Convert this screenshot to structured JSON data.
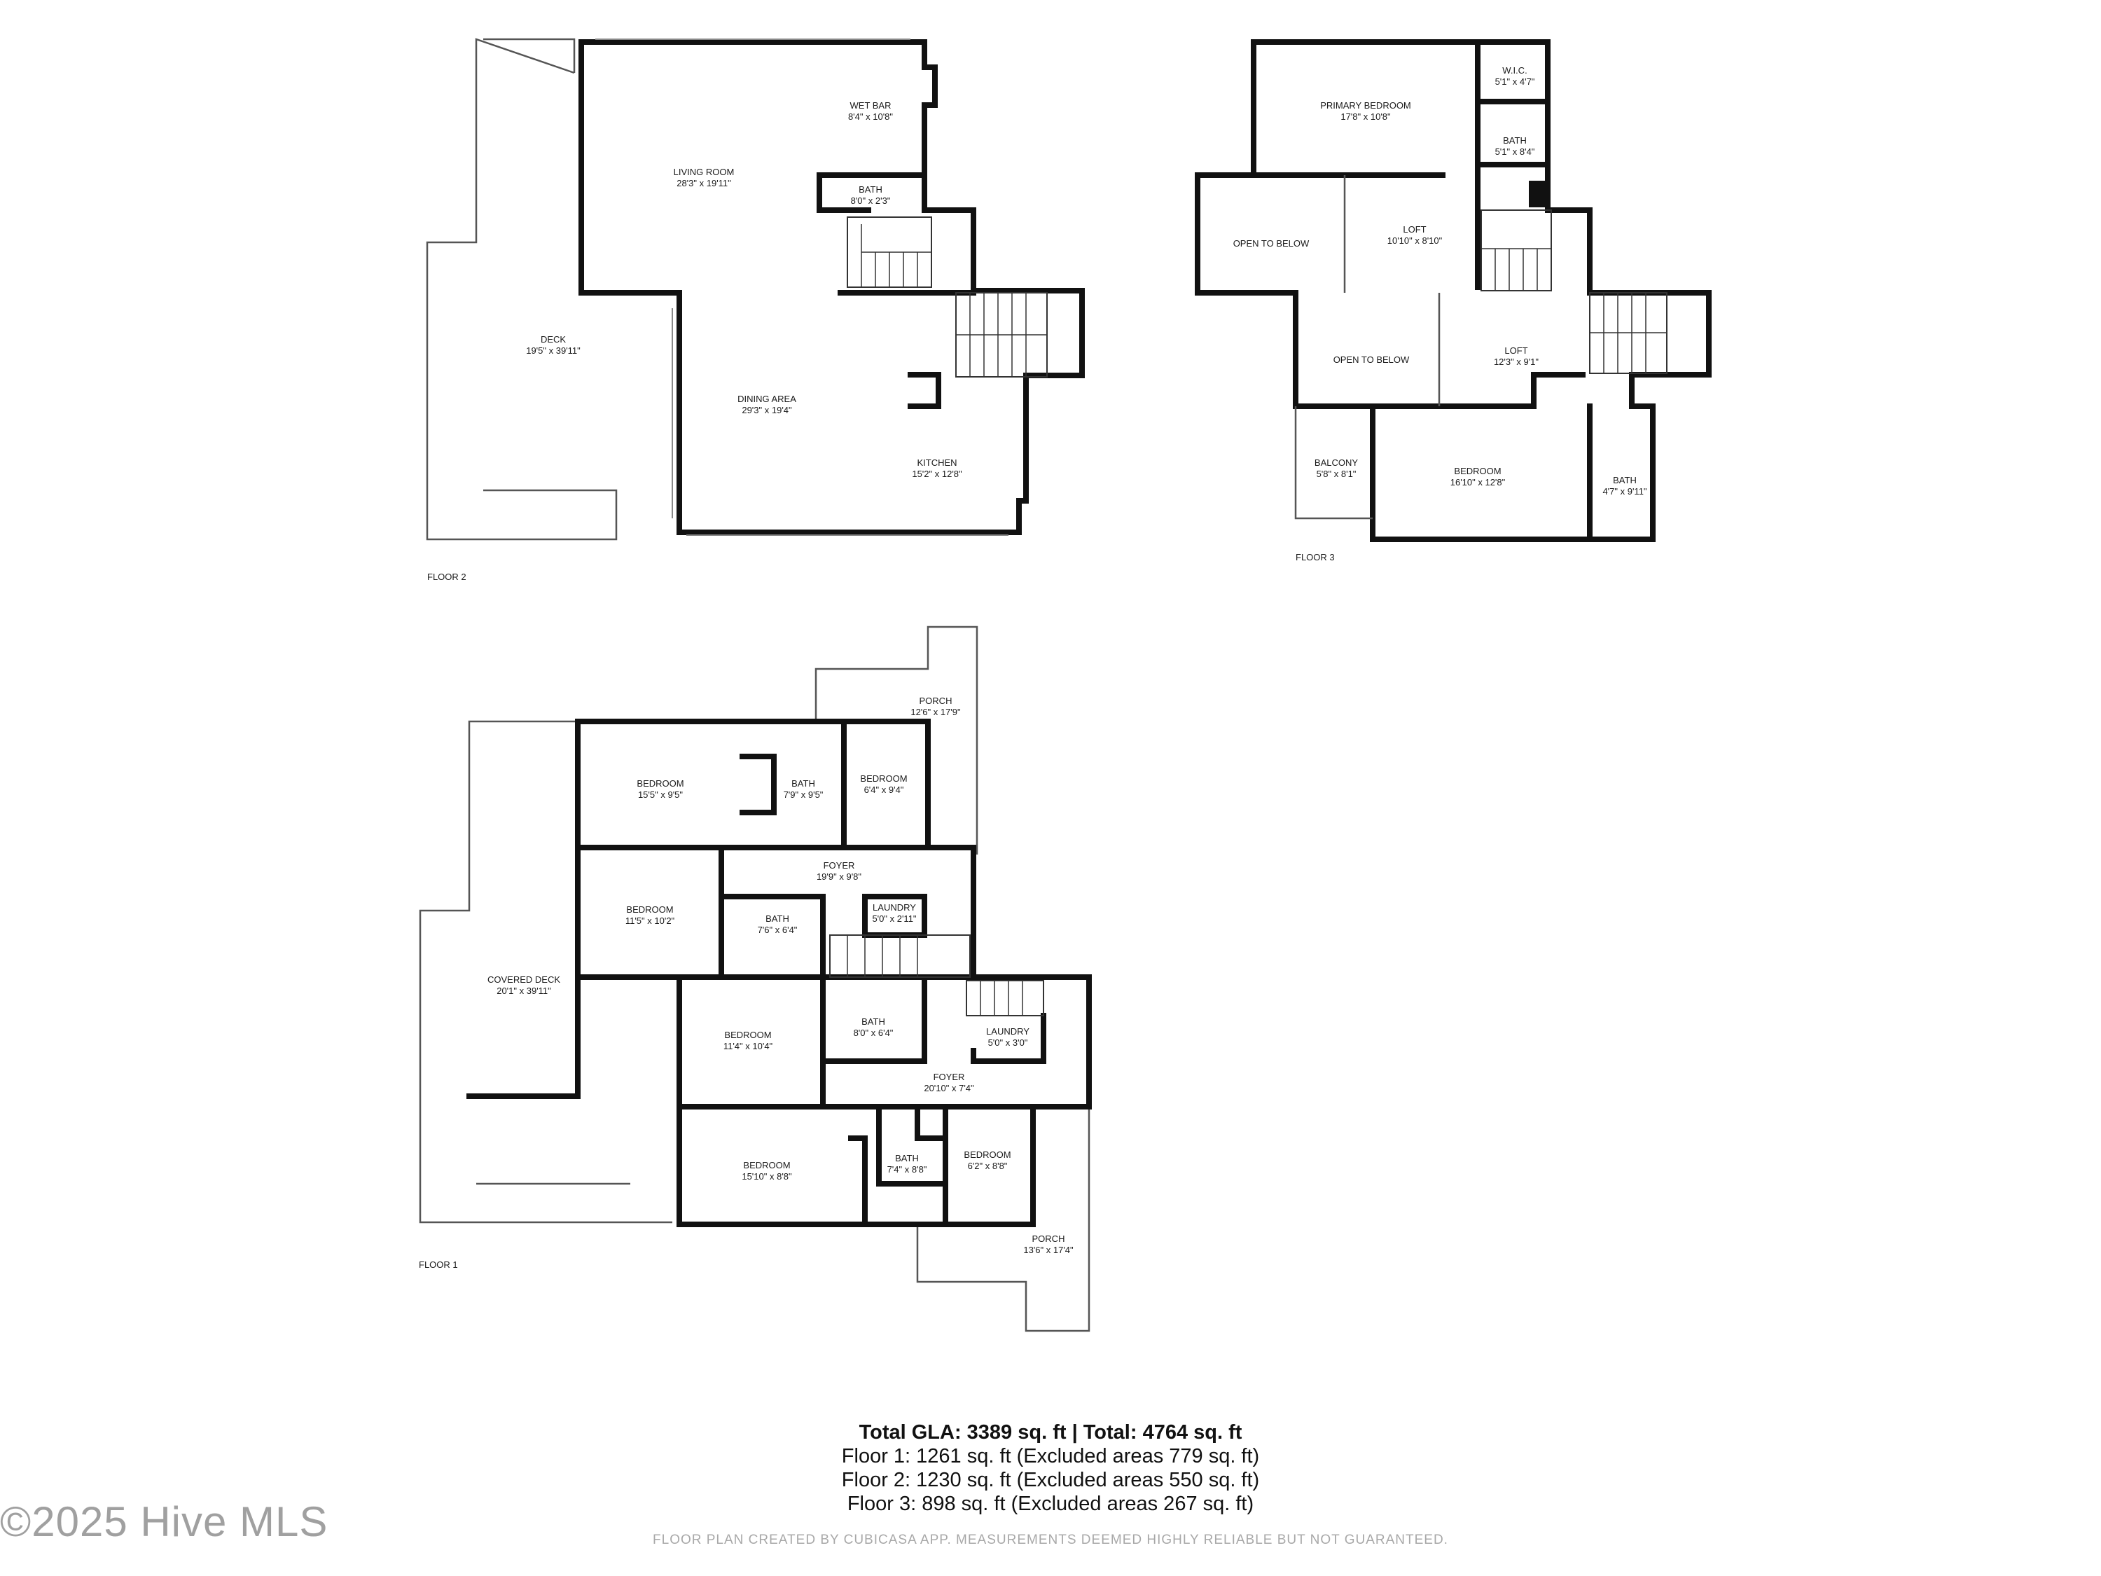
{
  "floors": {
    "floor2": {
      "label": "FLOOR 2",
      "rooms": [
        {
          "name": "DECK",
          "size": "19'5\" x 39'11\""
        },
        {
          "name": "LIVING ROOM",
          "size": "28'3\" x 19'11\""
        },
        {
          "name": "WET BAR",
          "size": "8'4\" x 10'8\""
        },
        {
          "name": "BATH",
          "size": "8'0\" x 2'3\""
        },
        {
          "name": "DINING AREA",
          "size": "29'3\" x 19'4\""
        },
        {
          "name": "KITCHEN",
          "size": "15'2\" x 12'8\""
        }
      ]
    },
    "floor3": {
      "label": "FLOOR 3",
      "rooms": [
        {
          "name": "PRIMARY BEDROOM",
          "size": "17'8\" x 10'8\""
        },
        {
          "name": "W.I.C.",
          "size": "5'1\" x 4'7\""
        },
        {
          "name": "BATH",
          "size": "5'1\" x 8'4\""
        },
        {
          "name": "OPEN TO BELOW",
          "size": ""
        },
        {
          "name": "LOFT",
          "size": "10'10\" x 8'10\""
        },
        {
          "name": "OPEN TO BELOW",
          "size": ""
        },
        {
          "name": "LOFT",
          "size": "12'3\" x 9'1\""
        },
        {
          "name": "BALCONY",
          "size": "5'8\" x 8'1\""
        },
        {
          "name": "BEDROOM",
          "size": "16'10\" x 12'8\""
        },
        {
          "name": "BATH",
          "size": "4'7\" x 9'11\""
        }
      ]
    },
    "floor1": {
      "label": "FLOOR 1",
      "rooms": [
        {
          "name": "PORCH",
          "size": "12'6\" x 17'9\""
        },
        {
          "name": "BEDROOM",
          "size": "15'5\" x 9'5\""
        },
        {
          "name": "BATH",
          "size": "7'9\" x 9'5\""
        },
        {
          "name": "BEDROOM",
          "size": "6'4\" x 9'4\""
        },
        {
          "name": "FOYER",
          "size": "19'9\" x 9'8\""
        },
        {
          "name": "BEDROOM",
          "size": "11'5\" x 10'2\""
        },
        {
          "name": "BATH",
          "size": "7'6\" x 6'4\""
        },
        {
          "name": "LAUNDRY",
          "size": "5'0\" x 2'11\""
        },
        {
          "name": "COVERED DECK",
          "size": "20'1\" x 39'11\""
        },
        {
          "name": "BEDROOM",
          "size": "11'4\" x 10'4\""
        },
        {
          "name": "BATH",
          "size": "8'0\" x 6'4\""
        },
        {
          "name": "LAUNDRY",
          "size": "5'0\" x 3'0\""
        },
        {
          "name": "FOYER",
          "size": "20'10\" x 7'4\""
        },
        {
          "name": "BEDROOM",
          "size": "15'10\" x 8'8\""
        },
        {
          "name": "BATH",
          "size": "7'4\" x 8'8\""
        },
        {
          "name": "BEDROOM",
          "size": "6'2\" x 8'8\""
        },
        {
          "name": "PORCH",
          "size": "13'6\" x 17'4\""
        }
      ]
    }
  },
  "summary": {
    "total": "Total GLA: 3389 sq. ft | Total: 4764 sq. ft",
    "floor1": "Floor 1: 1261 sq. ft (Excluded areas 779 sq. ft)",
    "floor2": "Floor 2: 1230 sq. ft (Excluded areas 550 sq. ft)",
    "floor3": "Floor 3: 898 sq. ft (Excluded areas 267 sq. ft)"
  },
  "watermark": "©2025 Hive MLS",
  "disclaimer": "FLOOR PLAN CREATED BY CUBICASA APP. MEASUREMENTS DEEMED HIGHLY RELIABLE BUT NOT GUARANTEED."
}
